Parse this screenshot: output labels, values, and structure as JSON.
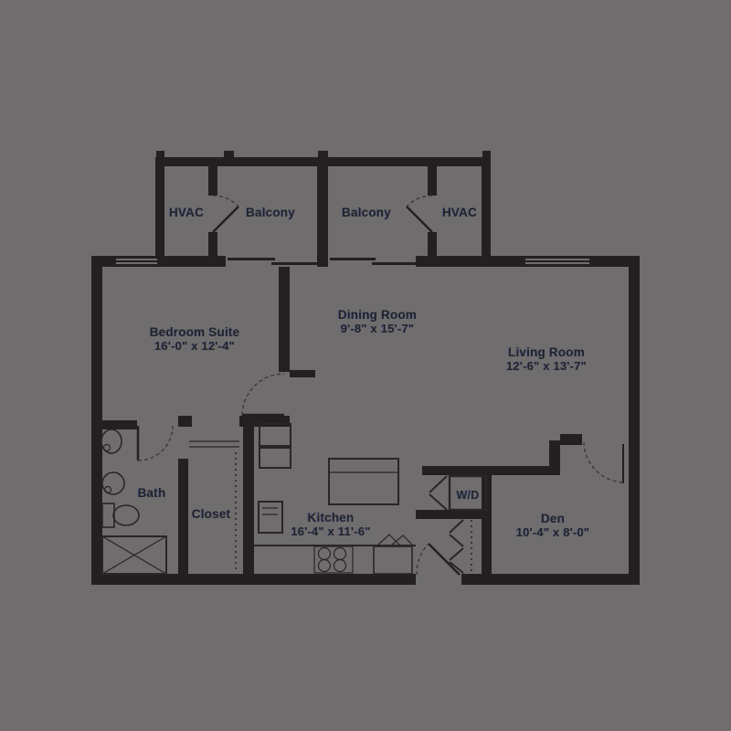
{
  "background_color": "#6f6d6e",
  "wall_color": "#242021",
  "label_color": "#20222c",
  "rooms": [
    {
      "id": "hvac-left",
      "label": "HVAC"
    },
    {
      "id": "balcony-left",
      "label": "Balcony"
    },
    {
      "id": "balcony-right",
      "label": "Balcony"
    },
    {
      "id": "hvac-right",
      "label": "HVAC"
    },
    {
      "id": "bedroom-suite",
      "label": "Bedroom Suite",
      "dims": "16'-0\" x 12'-4\""
    },
    {
      "id": "dining-room",
      "label": "Dining Room",
      "dims": "9'-8\" x 15'-7\""
    },
    {
      "id": "living-room",
      "label": "Living Room",
      "dims": "12'-6\" x 13'-7\""
    },
    {
      "id": "bath",
      "label": "Bath"
    },
    {
      "id": "closet",
      "label": "Closet"
    },
    {
      "id": "kitchen",
      "label": "Kitchen",
      "dims": "16'-4\" x 11'-6\""
    },
    {
      "id": "washer-dryer",
      "label": "W/D"
    },
    {
      "id": "den",
      "label": "Den",
      "dims": "10'-4\" x 8'-0\""
    }
  ]
}
